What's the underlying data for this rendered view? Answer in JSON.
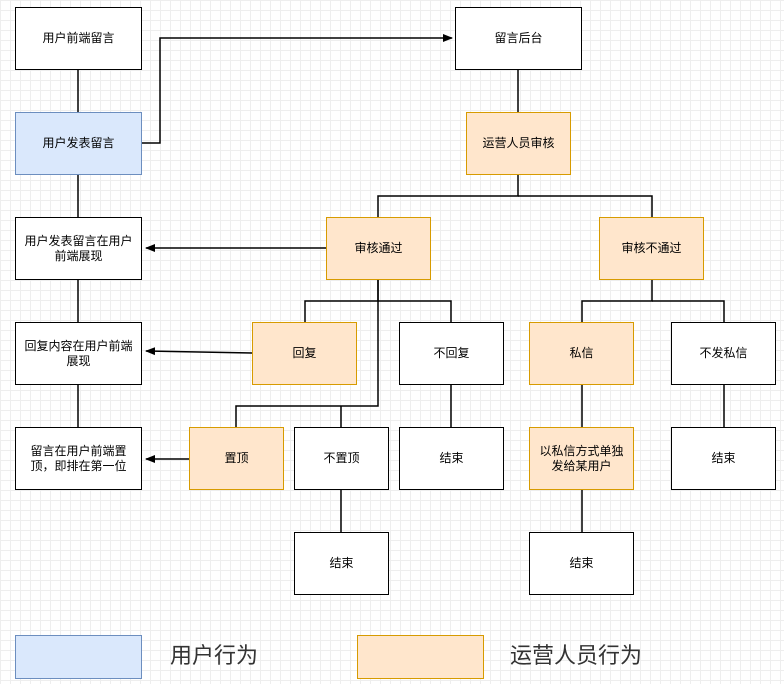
{
  "nodes": {
    "n1": "用户前端留言",
    "n2": "用户发表留言",
    "n3": "用户发表留言在用户前端展现",
    "n4": "回复内容在用户前端展现",
    "n5": "留言在用户前端置顶，即排在第一位",
    "n6": "留言后台",
    "n7": "运营人员审核",
    "n8": "审核通过",
    "n9": "审核不通过",
    "n10": "回复",
    "n11": "不回复",
    "n12": "私信",
    "n13": "不发私信",
    "n14": "置顶",
    "n15": "不置顶",
    "n16": "结束",
    "n17": "以私信方式单独发给某用户",
    "n18": "结束",
    "n19": "结束",
    "n20": "结束"
  },
  "legend": {
    "user": "用户行为",
    "ops": "运营人员行为"
  },
  "colors": {
    "user_fill": "#dae8fc",
    "user_stroke": "#6c8ebf",
    "ops_fill": "#ffe6cc",
    "ops_stroke": "#d79b00"
  }
}
